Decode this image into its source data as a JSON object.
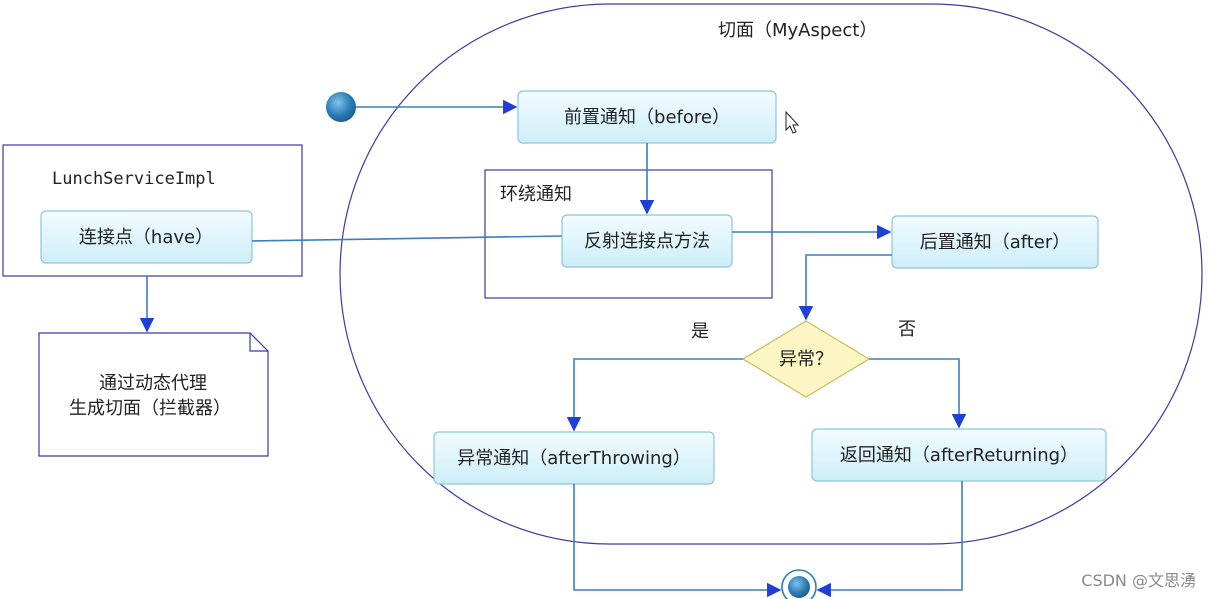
{
  "aspect": {
    "title": "切面（MyAspect）"
  },
  "service": {
    "title": "LunchServiceImpl",
    "join_point": "连接点（have）"
  },
  "note": {
    "line1": "通过动态代理",
    "line2": "生成切面（拦截器）"
  },
  "around": {
    "title": "环绕通知",
    "invoke": "反射连接点方法"
  },
  "before": {
    "label": "前置通知（before）"
  },
  "after": {
    "label": "后置通知（after）"
  },
  "decision": {
    "label": "异常？",
    "yes": "是",
    "no": "否"
  },
  "after_throwing": {
    "label": "异常通知（afterThrowing）"
  },
  "after_returning": {
    "label": "返回通知（afterReturning）"
  },
  "watermark": "CSDN @文思湧",
  "colors": {
    "frame": "#3a3aa8",
    "arrow": "#3a7fc1",
    "node_fill": "#d8f3fb",
    "node_stroke": "#8fc4d8",
    "decision_fill": "#fbf6c4",
    "start_node": "#2e7db6"
  }
}
